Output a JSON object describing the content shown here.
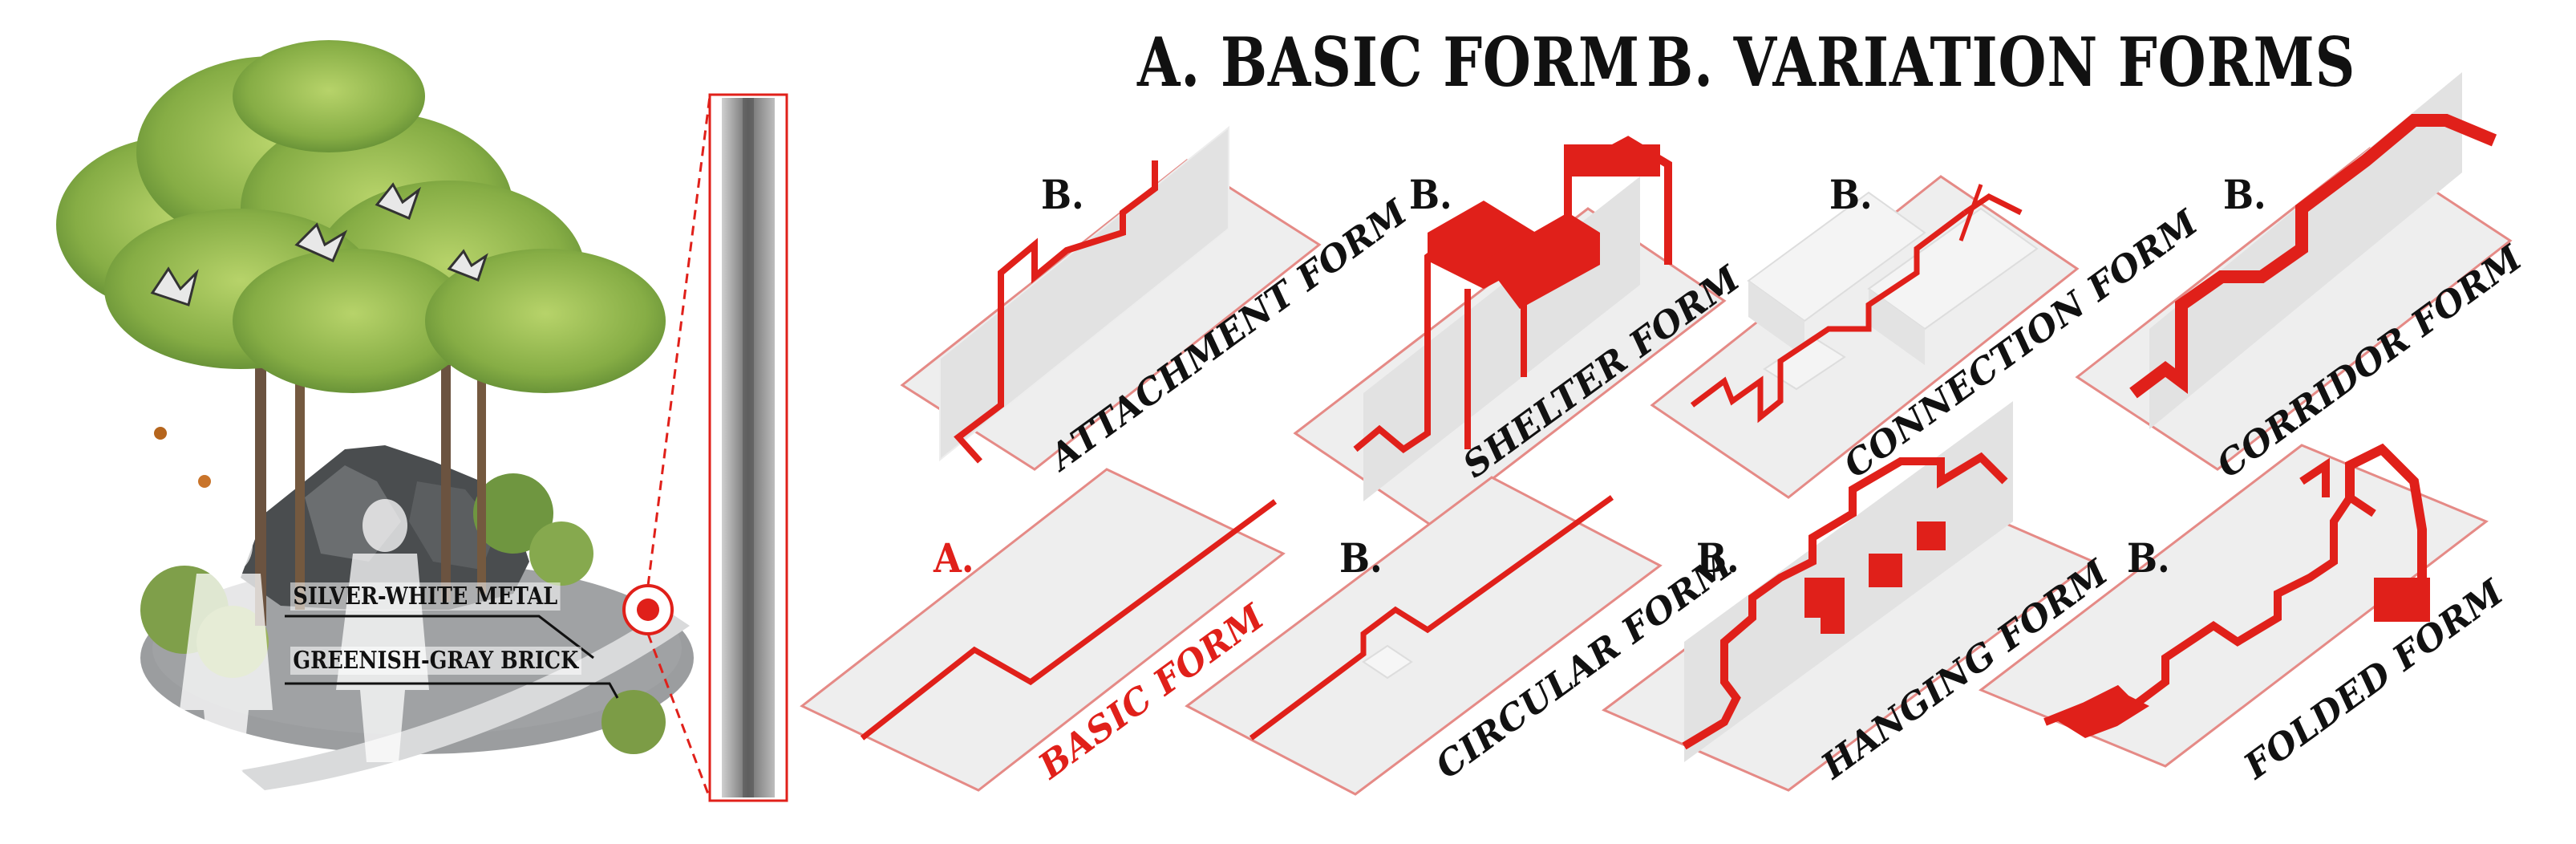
{
  "headings": {
    "basic": "A. BASIC FORM",
    "variation": "B. VARIATION FORMS"
  },
  "materials": {
    "metal": "SILVER-WHITE METAL",
    "brick": "GREENISH-GRAY BRICK"
  },
  "panels": [
    {
      "marker": "B.",
      "label": "ATTACHMENT FORM"
    },
    {
      "marker": "B.",
      "label": "SHELTER FORM"
    },
    {
      "marker": "B.",
      "label": "CONNECTION FORM"
    },
    {
      "marker": "B.",
      "label": "CORRIDOR FORM"
    },
    {
      "marker": "A.",
      "label": "BASIC FORM"
    },
    {
      "marker": "B.",
      "label": "CIRCULAR FORM"
    },
    {
      "marker": "B.",
      "label": "HANGING FORM"
    },
    {
      "marker": "B.",
      "label": "FOLDED FORM"
    }
  ],
  "colors": {
    "accent_red": "#e0201a",
    "slab_fill": "#eeeeee",
    "slab_stroke": "#e58a86",
    "wall_fill": "#e4e4e4",
    "foliage": "#8fb44a",
    "ground": "#8a8c8e"
  }
}
